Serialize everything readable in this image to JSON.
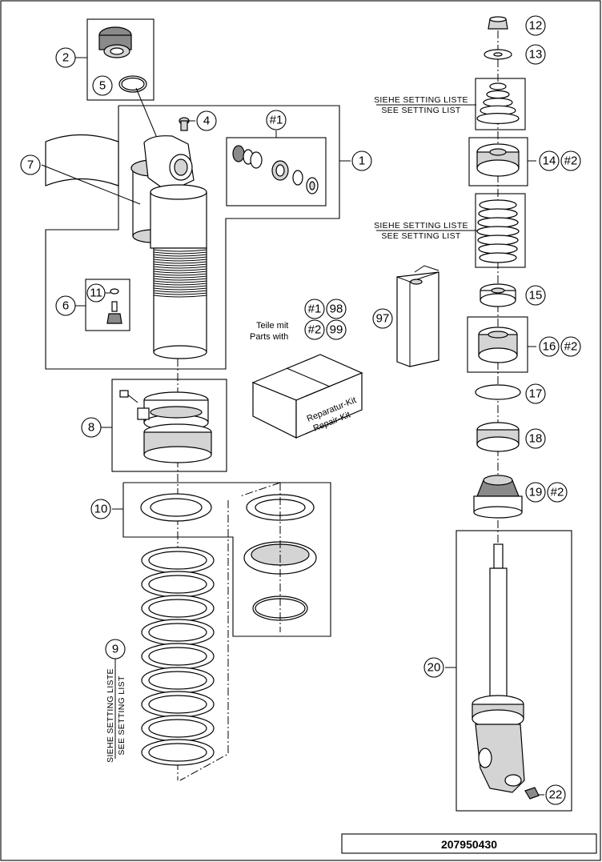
{
  "diagram_id": "207950430",
  "callouts": {
    "c1": "1",
    "c2": "2",
    "c4": "4",
    "c5": "5",
    "c6": "6",
    "c7": "7",
    "c8": "8",
    "c9": "9",
    "c10": "10",
    "c11": "11",
    "c12": "12",
    "c13": "13",
    "c14": "14",
    "c14b": "#2",
    "c15": "15",
    "c16": "16",
    "c16b": "#2",
    "c17": "17",
    "c18": "18",
    "c19": "19",
    "c19b": "#2",
    "c20": "20",
    "c22": "22",
    "c97": "97",
    "cH1": "#1",
    "kit1": "#1",
    "kit98": "98",
    "kit2": "#2",
    "kit99": "99"
  },
  "kit": {
    "line1": "Teile mit",
    "line2": "Parts with",
    "box_line1": "Reparatur-Kit",
    "box_line2": "Repair-Kit"
  },
  "setting_note": {
    "de": "SIEHE SETTING LISTE",
    "en": "SEE SETTING LIST"
  }
}
